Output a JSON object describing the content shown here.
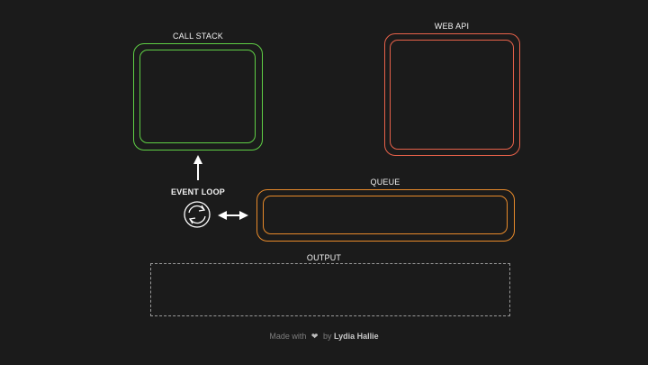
{
  "diagram": {
    "call_stack": {
      "label": "CALL STACK",
      "color": "#5fcf45"
    },
    "web_api": {
      "label": "WEB API",
      "color": "#e8624a"
    },
    "queue": {
      "label": "QUEUE",
      "color": "#e88a2a"
    },
    "event_loop": {
      "label": "EVENT LOOP",
      "icon": "refresh-cycle-icon"
    },
    "output": {
      "label": "OUTPUT",
      "border_color": "#9a9a9a"
    },
    "arrow_color": "#ffffff"
  },
  "footer": {
    "prefix": "Made with",
    "heart_icon": "heart-icon",
    "by": "by",
    "author": "Lydia Hallie"
  }
}
